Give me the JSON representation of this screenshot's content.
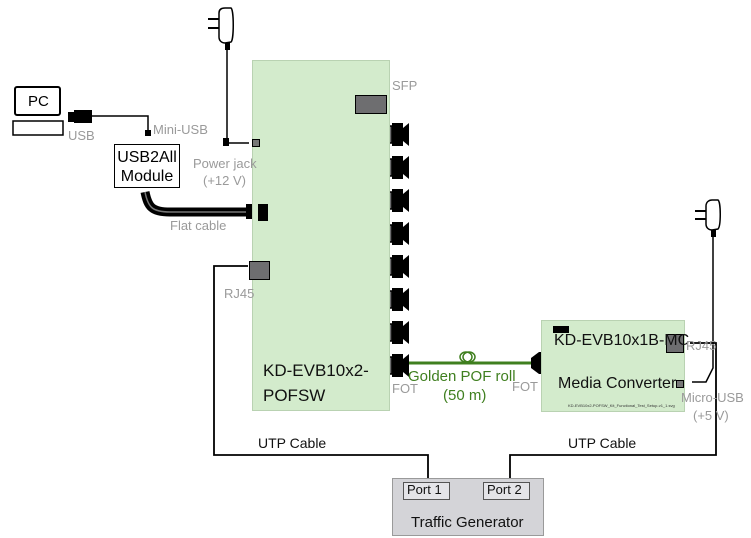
{
  "pc": {
    "label": "PC"
  },
  "usb2all": {
    "line1": "USB2All",
    "line2": "Module"
  },
  "main_board": {
    "name_line1": "KD-EVB10x2-",
    "name_line2": "POFSW",
    "sfp_label": "SFP",
    "power_jack_line1": "Power jack",
    "power_jack_line2": "(+12 V)",
    "rj45_label": "RJ45",
    "fot_label": "FOT",
    "fot_port_count": 8
  },
  "cables": {
    "usb_label": "USB",
    "mini_usb_label": "Mini-USB",
    "flat_cable_label": "Flat cable",
    "pof_line1": "Golden POF roll",
    "pof_line2": "(50 m)",
    "utp_left_label": "UTP Cable",
    "utp_right_label": "UTP Cable"
  },
  "media_converter": {
    "name": "KD-EVB10x1B-MC",
    "subtitle": "Media Converter",
    "rj45_label": "RJ45",
    "fot_label": "FOT",
    "micro_usb_line1": "Micro-USB",
    "micro_usb_line2": "(+5 V)",
    "file_caption": "KD-EVB10x2-POFSW_Kit_Functional_Test_Setup-v1_1.svg"
  },
  "traffic_generator": {
    "name": "Traffic Generator",
    "port1": "Port 1",
    "port2": "Port 2"
  },
  "colors": {
    "board": "#d3ebcc",
    "pof_cable": "#3f7f1f",
    "label_gray": "#9a9a9a",
    "generator": "#d4d4d8"
  },
  "icons": [
    "power-adapter-icon",
    "pc-icon",
    "usb-plug-icon",
    "fiber-roll-icon"
  ]
}
